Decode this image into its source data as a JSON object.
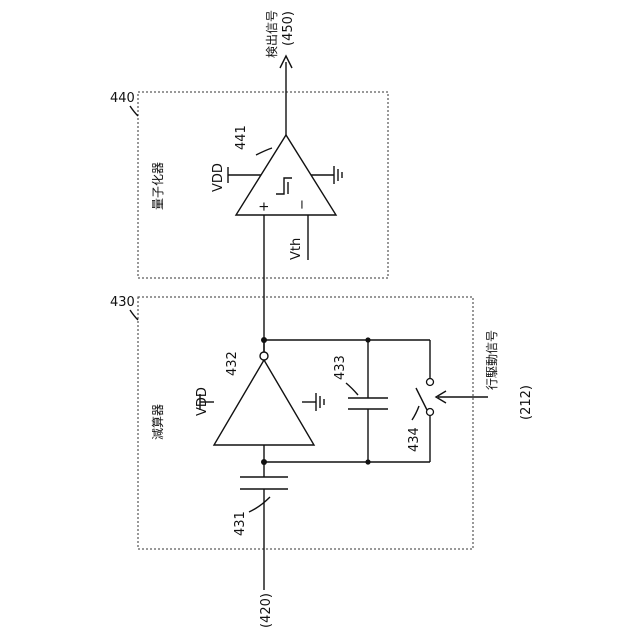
{
  "labels": {
    "quantizer_ref": "440",
    "subtractor_ref": "430",
    "comparator_ref": "441",
    "amp_ref": "432",
    "cap_c2_ref": "433",
    "switch_ref": "434",
    "cap_c1_ref": "431",
    "input_ref": "(420)",
    "output_ref": "(450)",
    "row_drive_ref": "(212)",
    "output_signal": "検出信号",
    "quantizer_name": "量子化器",
    "subtractor_name": "減算器",
    "row_drive_signal": "行駆動信号",
    "vdd_top": "VDD",
    "vdd_bottom": "VDD",
    "vth": "Vth",
    "plus": "+",
    "minus": "−"
  }
}
